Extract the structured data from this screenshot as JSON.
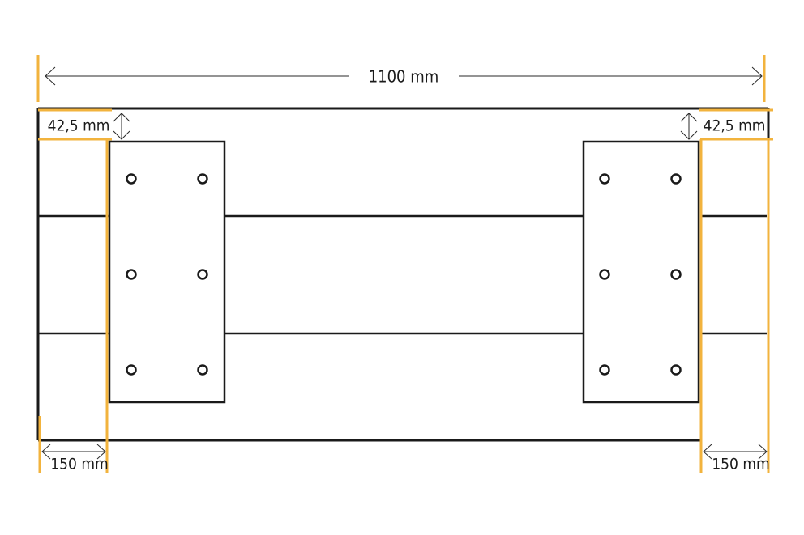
{
  "dimensions": {
    "total_width": "1100 mm",
    "offset_top_left": "42,5 mm",
    "offset_top_right": "42,5 mm",
    "edge_left": "150 mm",
    "edge_right": "150 mm"
  },
  "colors": {
    "outline": "#1a1a1a",
    "dimension_line": "#2a2a2a",
    "highlight": "#f2b33d",
    "background": "#ffffff"
  }
}
